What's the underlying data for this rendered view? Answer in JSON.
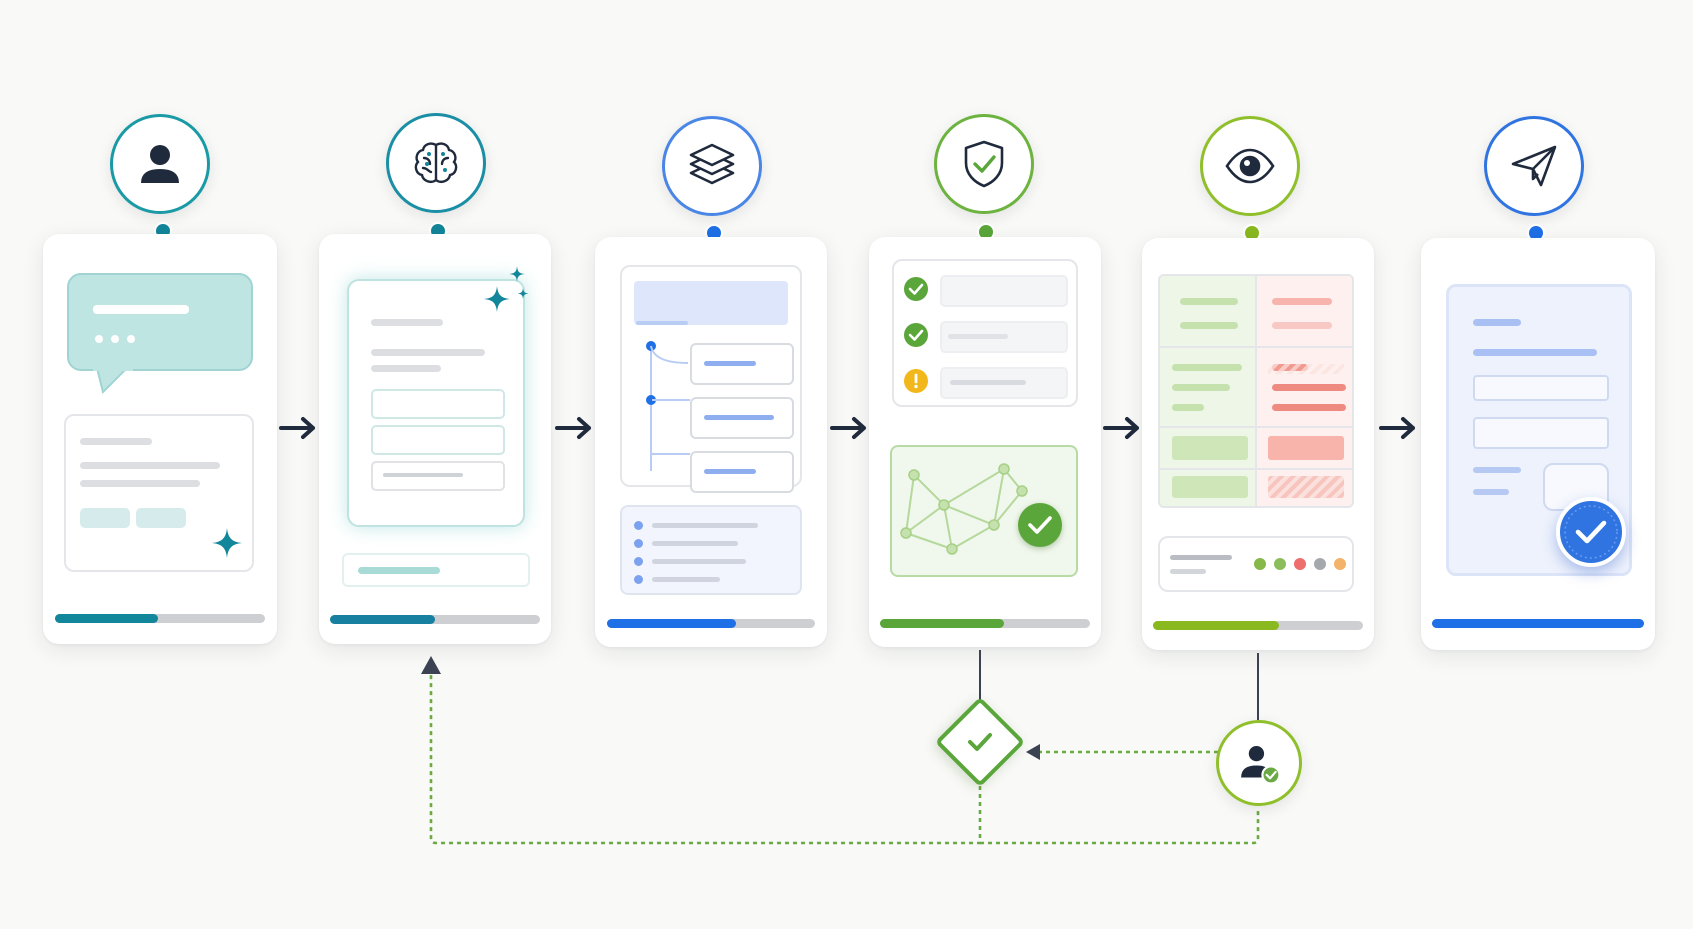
{
  "colors": {
    "teal": "#12869a",
    "teal_light": "#bfe5e3",
    "blue": "#1f6fe6",
    "blue_light": "#dde6fb",
    "green": "#5aa63a",
    "green_light": "#d7eac8",
    "lime": "#8ab81f",
    "red_light": "#f8c9c4",
    "red": "#ef8a80",
    "yellow": "#f2b81b",
    "dark": "#1f2a3d",
    "gray": "#d5d7db"
  },
  "steps": [
    {
      "id": "input",
      "icon": "user-icon",
      "accent": "#1a9aa4",
      "progress": 0.49
    },
    {
      "id": "ai-generate",
      "icon": "brain-icon",
      "accent": "#1a8ea4",
      "progress": 0.5
    },
    {
      "id": "structure",
      "icon": "layers-icon",
      "accent": "#4a86e6",
      "progress": 0.62
    },
    {
      "id": "validate",
      "icon": "shield-check-icon",
      "accent": "#6db33f",
      "progress": 0.59
    },
    {
      "id": "review",
      "icon": "eye-icon",
      "accent": "#8fbf2a",
      "progress": 0.6
    },
    {
      "id": "publish",
      "icon": "send-icon",
      "accent": "#2f74e0",
      "progress": 1.0
    }
  ],
  "review_status_colors": [
    "#86b84a",
    "#8cbd5c",
    "#ee6d6d",
    "#a5a8ad",
    "#f4b36a"
  ],
  "loop": {
    "decision": "check-diamond-icon",
    "approver": "user-check-icon"
  }
}
